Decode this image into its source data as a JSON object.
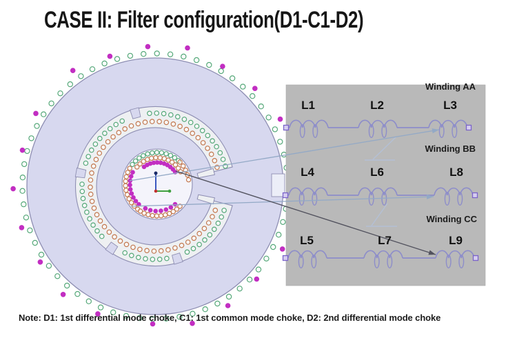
{
  "title": "CASE II: Filter configuration(D1-C1-D2)",
  "note": "Note: D1: 1st differential mode choke, C1: 1st common mode choke, D2: 2nd differential mode choke",
  "circuit": {
    "windings": [
      {
        "label": "Winding AA",
        "inductors": [
          "L1",
          "L2",
          "L3"
        ]
      },
      {
        "label": "Winding BB",
        "inductors": [
          "L4",
          "L6",
          "L8"
        ]
      },
      {
        "label": "Winding CC",
        "inductors": [
          "L5",
          "L7",
          "L9"
        ]
      }
    ]
  },
  "colors": {
    "lavender_fill": "#d7d8ef",
    "band_fill": "#eef0f2",
    "rotor_fill": "#f4f4fb",
    "outline": "#8e8eb2",
    "green_dot": "#55a879",
    "orange_dot": "#c3784f",
    "magenta_dot": "#c22ec2",
    "panel_bg": "#b9b9b9",
    "wire": "#8d8dca",
    "terminal_fill": "#d6cdf0",
    "terminal_edge": "#7b63c9",
    "pointer_light": "#93a9c6",
    "pointer_dark": "#52525e",
    "axis_x": "#3fa03f",
    "axis_y": "#3a57c0",
    "origin_dot": "#c03030",
    "zmark": "#b4c0d6"
  }
}
